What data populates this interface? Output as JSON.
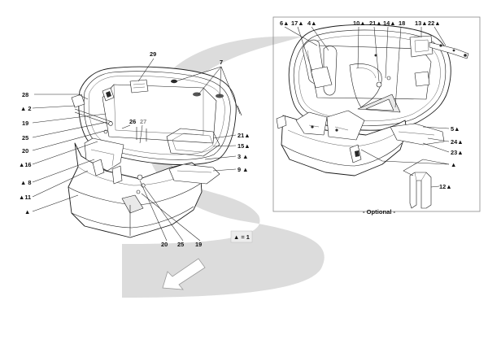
{
  "labels_left": {
    "l28": "28",
    "l2": "▲ 2",
    "l19a": "19",
    "l25a": "25",
    "l20a": "20",
    "l16": "▲16",
    "l8": "▲ 8",
    "l11": "▲11",
    "ltri": "▲",
    "l29": "29",
    "l7": "7",
    "l26": "26",
    "l27": "27",
    "l21": "21▲",
    "l15": "15▲",
    "l3": "3 ▲",
    "l9": "9 ▲",
    "l20b": "20",
    "l25b": "25",
    "l19b": "19"
  },
  "labels_right": {
    "l6": "6▲",
    "l17": "17▲",
    "l4": "4▲",
    "l10": "10▲",
    "l21": "21▲",
    "l14": "14▲",
    "l18": "18",
    "l13": "13▲",
    "l22": "22▲",
    "l5": "5▲",
    "l24": "24▲",
    "l23": "23▲",
    "ltri": "▲",
    "l12": "12▲"
  },
  "legend": {
    "text": "▲ = 1"
  },
  "optional": {
    "text": "- Optional -"
  },
  "colors": {
    "watermark": "#d9d9d9",
    "ink": "#1a1a1a",
    "frame": "#8a8a8a"
  }
}
